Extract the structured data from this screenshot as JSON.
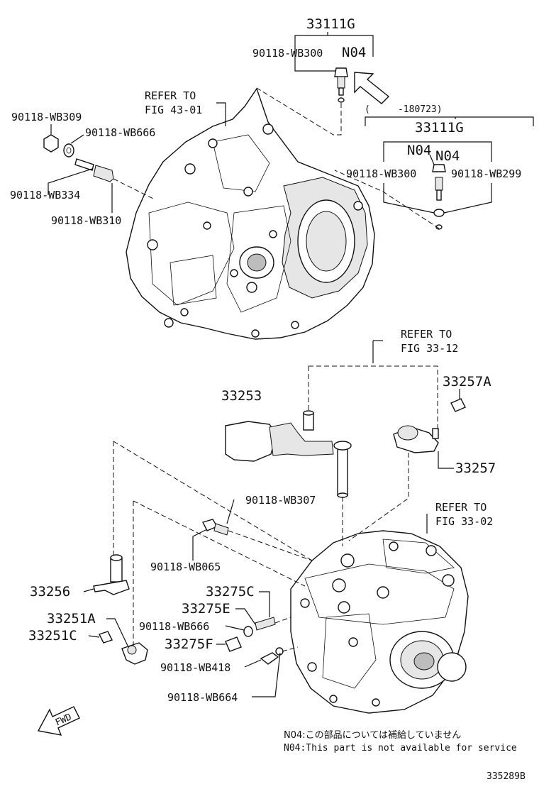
{
  "labels": {
    "p33111G_top": "33111G",
    "wb300_top": "90118-WB300",
    "n04_top": "N04",
    "refer_43_a": "REFER TO",
    "refer_43_b": "FIG 43-01",
    "wb309": "90118-WB309",
    "wb666_top": "90118-WB666",
    "wb334": "90118-WB334",
    "wb310": "90118-WB310",
    "date_range": "(     -180723)",
    "p33111G_right": "33111G",
    "n04_right_a": "N04",
    "n04_right_b": "N04",
    "wb300_right": "90118-WB300",
    "wb299": "90118-WB299",
    "refer_3312_a": "REFER TO",
    "refer_3312_b": "FIG 33-12",
    "p33253": "33253",
    "p33257A": "33257A",
    "p33257": "33257",
    "wb307": "90118-WB307",
    "refer_3302_a": "REFER TO",
    "refer_3302_b": "FIG 33-02",
    "wb065": "90118-WB065",
    "p33256": "33256",
    "p33275C": "33275C",
    "p33275E": "33275E",
    "p33251A": "33251A",
    "wb666_bottom": "90118-WB666",
    "p33251C": "33251C",
    "p33275F": "33275F",
    "wb418": "90118-WB418",
    "wb664": "90118-WB664",
    "fwd": "FWD"
  },
  "notes": {
    "jp": "N04:この部品については補給していません",
    "en": "N04:This part is not available for service"
  },
  "diagram_id": "335289B"
}
